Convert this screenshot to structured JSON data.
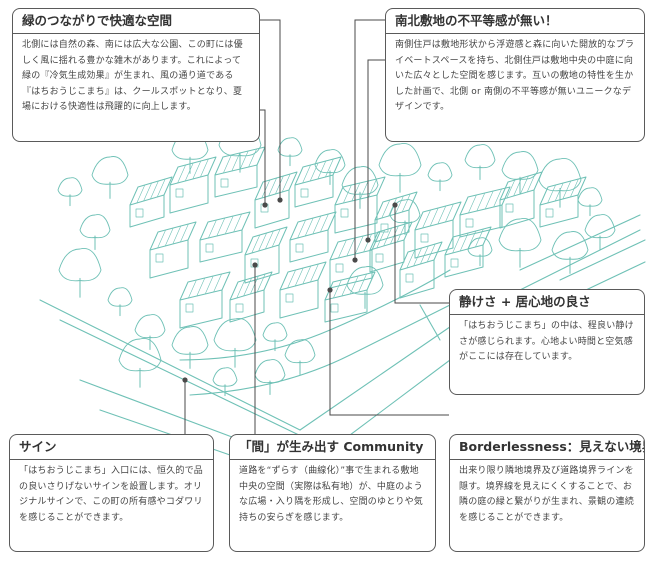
{
  "colors": {
    "line_art": "#6fc1b6",
    "leader": "#4a4a4a",
    "panel_border": "#5a5a5a"
  },
  "panels": {
    "green_connection": {
      "title": "緑のつながりで快適な空間",
      "body": "北側には自然の森、南には広大な公園、この町には優しく風に揺れる豊かな雑木があります。これによって緑の『冷気生成効果』が生まれ、風の通り道である『はちおうじこまち』は、クールスポットとなり、夏場における快適性は飛躍的に向上します。"
    },
    "north_south": {
      "title": "南北敷地の不平等感が無い！",
      "body": "南側住戸は敷地形状から浮遊感と森に向いた開放的なプライベートスペースを持ち、北側住戸は敷地中央の中庭に向いた広々とした空間を感じます。互いの敷地の特性を生かした計画で、北側 or 南側の不平等感が無いユニークなデザインです。"
    },
    "calm": {
      "title": "静けさ + 居心地の良さ",
      "body": "「はちおうじこまち」の中は、程良い静けさが感じられます。心地よい時間と空気感がここには存在しています。"
    },
    "sign": {
      "title": "サイン",
      "body": "「はちおうじこまち」入口には、恒久的で品の良いさりげないサインを設置します。オリジナルサインで、この町の所有感やコダワリを感じることができます。"
    },
    "community": {
      "title": "「間」が生み出す Community",
      "body": "道路を“ずらす（曲線化）”事で生まれる敷地中央の空間（実際は私有地）が、中庭のような広場・入り隅を形成し、空間のゆとりや気持ちの安らぎを感じます。"
    },
    "borderless": {
      "title": "Borderlessness：見えない境界",
      "body": "出来り限り隣地境界及び道路境界ラインを隠す。境界線を見えにくくすることで、お隣の庭の緑と繋がりが生まれ、景観の連続を感じることができます。"
    }
  }
}
